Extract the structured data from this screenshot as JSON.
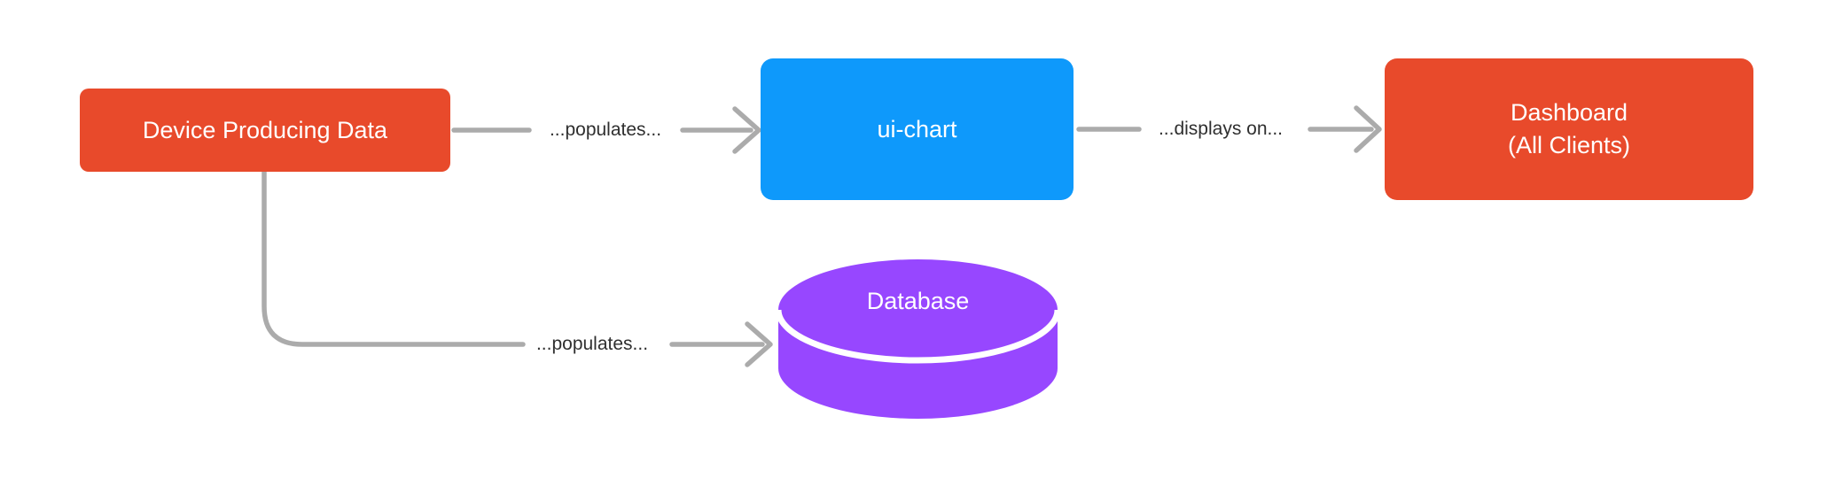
{
  "diagram": {
    "nodes": {
      "device": {
        "label": "Device Producing Data",
        "fill": "#E84A2B",
        "shape": "rounded-rectangle"
      },
      "ui_chart": {
        "label": "ui-chart",
        "fill": "#0E99FB",
        "shape": "rounded-rectangle"
      },
      "dashboard": {
        "label_line1": "Dashboard",
        "label_line2": "(All Clients)",
        "fill": "#E84A2B",
        "shape": "rounded-rectangle"
      },
      "database": {
        "label": "Database",
        "fill": "#9747FF",
        "shape": "cylinder"
      }
    },
    "edges": [
      {
        "from": "device",
        "to": "ui_chart",
        "label": "...populates..."
      },
      {
        "from": "ui_chart",
        "to": "dashboard",
        "label": "...displays on..."
      },
      {
        "from": "device",
        "to": "database",
        "label": "...populates..."
      }
    ],
    "edge_color": "#ABABAB",
    "label_color": "#2F2F2F",
    "node_text_color": "#FFFFFF",
    "background": "#FFFFFF"
  }
}
